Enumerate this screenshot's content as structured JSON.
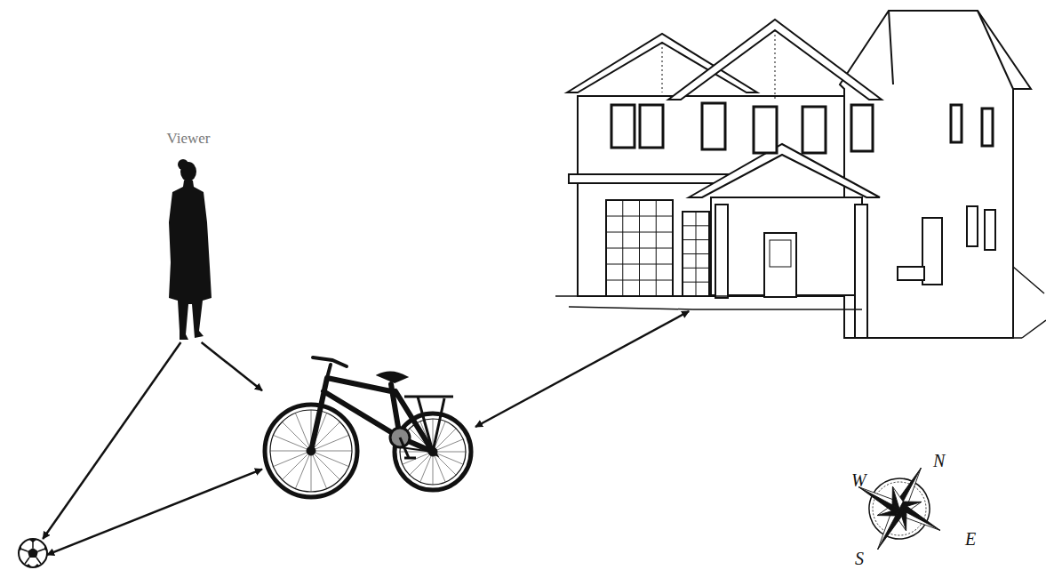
{
  "diagram": {
    "nodes": [
      {
        "text": [
          "Viewer"
        ]
      },
      {
        "text": []
      },
      {
        "text": []
      },
      {
        "text": []
      }
    ],
    "edges": [
      {
        "from": 0,
        "to": 1,
        "arrow": "to"
      },
      {
        "from": 0,
        "to": 2,
        "arrow": "to"
      },
      {
        "from": 1,
        "to": 2,
        "arrow": "both"
      },
      {
        "from": 2,
        "to": 3,
        "arrow": "both"
      }
    ],
    "labels": [
      "W",
      "N",
      "E",
      "S"
    ]
  }
}
